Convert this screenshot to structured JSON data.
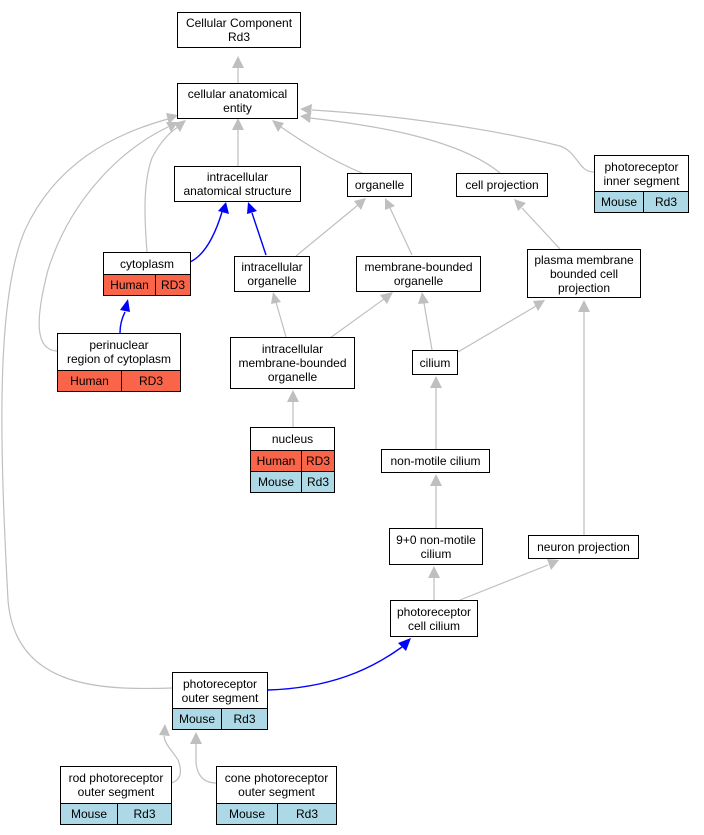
{
  "colors": {
    "edge_default": "#bfbfbf",
    "edge_highlight": "#0000ff",
    "human": "#fa6448",
    "mouse": "#add8e6"
  },
  "nodes": {
    "cc": {
      "lines": [
        "Cellular Component",
        "Rd3"
      ]
    },
    "cae": {
      "lines": [
        "cellular anatomical",
        "entity"
      ]
    },
    "ias": {
      "lines": [
        "intracellular",
        "anatomical structure"
      ]
    },
    "org": {
      "lines": [
        "organelle"
      ]
    },
    "cp": {
      "lines": [
        "cell projection"
      ]
    },
    "pis": {
      "lines": [
        "photoreceptor",
        "inner segment"
      ],
      "rows": [
        {
          "species": "Mouse",
          "gene": "Rd3"
        }
      ]
    },
    "cyto": {
      "lines": [
        "cytoplasm"
      ],
      "rows": [
        {
          "species": "Human",
          "gene": "RD3"
        }
      ]
    },
    "io": {
      "lines": [
        "intracellular",
        "organelle"
      ]
    },
    "mbo": {
      "lines": [
        "membrane-bounded",
        "organelle"
      ]
    },
    "pmbcp": {
      "lines": [
        "plasma membrane",
        "bounded cell",
        "projection"
      ]
    },
    "prc": {
      "lines": [
        "perinuclear",
        "region of cytoplasm"
      ],
      "rows": [
        {
          "species": "Human",
          "gene": "RD3"
        }
      ]
    },
    "imbo": {
      "lines": [
        "intracellular",
        "membrane-bounded",
        "organelle"
      ]
    },
    "cil": {
      "lines": [
        "cilium"
      ]
    },
    "nuc": {
      "lines": [
        "nucleus"
      ],
      "rows": [
        {
          "species": "Human",
          "gene": "RD3"
        },
        {
          "species": "Mouse",
          "gene": "Rd3"
        }
      ]
    },
    "nmc": {
      "lines": [
        "non-motile cilium"
      ]
    },
    "nmc90": {
      "lines": [
        "9+0 non-motile",
        "cilium"
      ]
    },
    "np": {
      "lines": [
        "neuron projection"
      ]
    },
    "pcc": {
      "lines": [
        "photoreceptor",
        "cell cilium"
      ]
    },
    "pos": {
      "lines": [
        "photoreceptor",
        "outer segment"
      ],
      "rows": [
        {
          "species": "Mouse",
          "gene": "Rd3"
        }
      ]
    },
    "rpos": {
      "lines": [
        "rod photoreceptor",
        "outer segment"
      ],
      "rows": [
        {
          "species": "Mouse",
          "gene": "Rd3"
        }
      ]
    },
    "cpos": {
      "lines": [
        "cone photoreceptor",
        "outer segment"
      ],
      "rows": [
        {
          "species": "Mouse",
          "gene": "Rd3"
        }
      ]
    }
  },
  "edges": [
    {
      "from": "cae",
      "to": "cc",
      "highlight": false
    },
    {
      "from": "ias",
      "to": "cae",
      "highlight": false
    },
    {
      "from": "org",
      "to": "cae",
      "highlight": false
    },
    {
      "from": "cp",
      "to": "cae",
      "highlight": false
    },
    {
      "from": "pis",
      "to": "cae",
      "highlight": false
    },
    {
      "from": "cyto",
      "to": "cae",
      "highlight": false
    },
    {
      "from": "prc",
      "to": "cae",
      "highlight": false
    },
    {
      "from": "pos",
      "to": "cae",
      "highlight": false
    },
    {
      "from": "cyto",
      "to": "ias",
      "highlight": true
    },
    {
      "from": "io",
      "to": "ias",
      "highlight": true
    },
    {
      "from": "io",
      "to": "org",
      "highlight": false
    },
    {
      "from": "mbo",
      "to": "org",
      "highlight": false
    },
    {
      "from": "pmbcp",
      "to": "cp",
      "highlight": false
    },
    {
      "from": "prc",
      "to": "cyto",
      "highlight": true
    },
    {
      "from": "imbo",
      "to": "io",
      "highlight": false
    },
    {
      "from": "imbo",
      "to": "mbo",
      "highlight": false
    },
    {
      "from": "cil",
      "to": "mbo",
      "highlight": false
    },
    {
      "from": "cil",
      "to": "pmbcp",
      "highlight": false
    },
    {
      "from": "np",
      "to": "pmbcp",
      "highlight": false
    },
    {
      "from": "nuc",
      "to": "imbo",
      "highlight": false
    },
    {
      "from": "nmc",
      "to": "cil",
      "highlight": false
    },
    {
      "from": "nmc90",
      "to": "nmc",
      "highlight": false
    },
    {
      "from": "pcc",
      "to": "nmc90",
      "highlight": false
    },
    {
      "from": "pcc",
      "to": "np",
      "highlight": false
    },
    {
      "from": "pos",
      "to": "pcc",
      "highlight": true
    },
    {
      "from": "rpos",
      "to": "pos",
      "highlight": false
    },
    {
      "from": "cpos",
      "to": "pos",
      "highlight": false
    }
  ]
}
